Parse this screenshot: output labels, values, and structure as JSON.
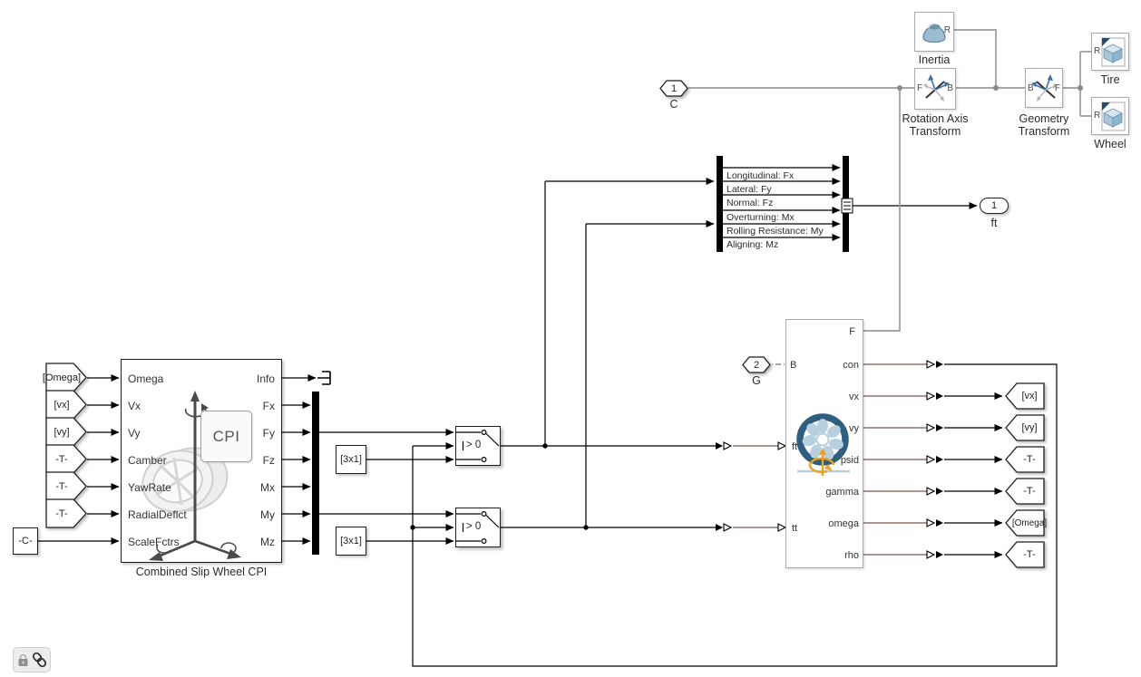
{
  "cpi": {
    "title": "Combined Slip Wheel CPI",
    "badge": "CPI",
    "inputs": [
      "Omega",
      "Vx",
      "Vy",
      "Camber",
      "YawRate",
      "RadialDeflct",
      "ScaleFctrs"
    ],
    "outputs": [
      "Info",
      "Fx",
      "Fy",
      "Fz",
      "Mx",
      "My",
      "Mz"
    ]
  },
  "from_tags": [
    "[Omega]",
    "[vx]",
    "[vy]",
    "-T-",
    "-T-",
    "-T-"
  ],
  "constant_tag": "-C-",
  "dim_tags": [
    "[3x1]",
    "[3x1]"
  ],
  "switches": [
    "> 0",
    "> 0"
  ],
  "bus_labels": [
    "Longitudinal: Fx",
    "Lateral: Fy",
    "Normal: Fz",
    "Overturning: Mx",
    "Rolling Resistance: My",
    "Aligning: Mz"
  ],
  "outport": {
    "number": "1",
    "label": "ft"
  },
  "inports": [
    {
      "number": "1",
      "label": "C"
    },
    {
      "number": "2",
      "label": "G"
    }
  ],
  "top_blocks": {
    "inertia": {
      "label": "Inertia",
      "port": "R"
    },
    "rotation_axis": {
      "label1": "Rotation Axis",
      "label2": "Transform",
      "port_left": "F",
      "port_right": "B"
    },
    "geometry": {
      "label1": "Geometry",
      "label2": "Transform",
      "port_left": "B",
      "port_right": "F"
    },
    "tire": {
      "label": "Tire",
      "port": "R"
    },
    "wheel": {
      "label": "Wheel",
      "port": "R"
    }
  },
  "hub": {
    "port_top": "F",
    "ports_left": [
      "B",
      "ft",
      "tt"
    ],
    "ports_right": [
      "con",
      "vx",
      "vy",
      "psid",
      "gamma",
      "omega",
      "rho"
    ]
  },
  "goto_tags": [
    "[vx]",
    "[vy]",
    "-T-",
    "-T-",
    "[Omega]",
    "-T-"
  ],
  "colors": {
    "signal_line": "#000000",
    "physical_line": "#9b9b9b",
    "ps_line": "#a08484",
    "wheel_ring": "#2e5e80",
    "wheel_spokes": "#b7cfdf",
    "rotation_glyph": "#efa11b"
  }
}
